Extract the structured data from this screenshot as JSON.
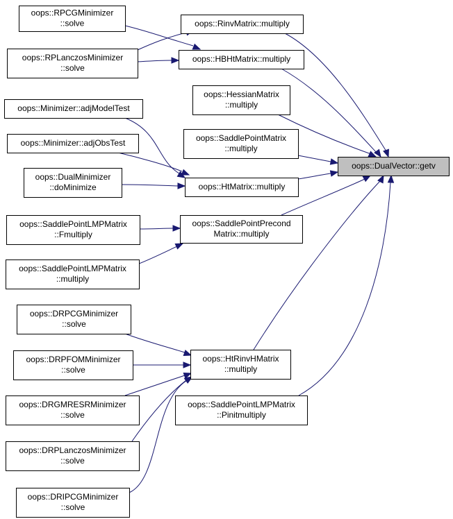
{
  "graph": {
    "root": {
      "id": "getv",
      "lines": [
        "oops::DualVector::getv"
      ]
    },
    "nodes": [
      {
        "id": "rpcg",
        "lines": [
          "oops::RPCGMinimizer",
          "::solve"
        ]
      },
      {
        "id": "rinv",
        "lines": [
          "oops::RinvMatrix::multiply"
        ]
      },
      {
        "id": "rplanczos",
        "lines": [
          "oops::RPLanczosMinimizer",
          "::solve"
        ]
      },
      {
        "id": "hbht",
        "lines": [
          "oops::HBHtMatrix::multiply"
        ]
      },
      {
        "id": "hessian",
        "lines": [
          "oops::HessianMatrix",
          "::multiply"
        ]
      },
      {
        "id": "adjmodel",
        "lines": [
          "oops::Minimizer::adjModelTest"
        ]
      },
      {
        "id": "saddlept",
        "lines": [
          "oops::SaddlePointMatrix",
          "::multiply"
        ]
      },
      {
        "id": "adjobs",
        "lines": [
          "oops::Minimizer::adjObsTest"
        ]
      },
      {
        "id": "dualmin",
        "lines": [
          "oops::DualMinimizer",
          "::doMinimize"
        ]
      },
      {
        "id": "ht",
        "lines": [
          "oops::HtMatrix::multiply"
        ]
      },
      {
        "id": "lmpf",
        "lines": [
          "oops::SaddlePointLMPMatrix",
          "::Fmultiply"
        ]
      },
      {
        "id": "spprecond",
        "lines": [
          "oops::SaddlePointPrecond",
          "Matrix::multiply"
        ]
      },
      {
        "id": "lmpm",
        "lines": [
          "oops::SaddlePointLMPMatrix",
          "::multiply"
        ]
      },
      {
        "id": "drpcg",
        "lines": [
          "oops::DRPCGMinimizer",
          "::solve"
        ]
      },
      {
        "id": "drpfom",
        "lines": [
          "oops::DRPFOMMinimizer",
          "::solve"
        ]
      },
      {
        "id": "htrinvh",
        "lines": [
          "oops::HtRinvHMatrix",
          "::multiply"
        ]
      },
      {
        "id": "drgmresr",
        "lines": [
          "oops::DRGMRESRMinimizer",
          "::solve"
        ]
      },
      {
        "id": "lmppinit",
        "lines": [
          "oops::SaddlePointLMPMatrix",
          "::Pinitmultiply"
        ]
      },
      {
        "id": "drplanczos",
        "lines": [
          "oops::DRPLanczosMinimizer",
          "::solve"
        ]
      },
      {
        "id": "dripcg",
        "lines": [
          "oops::DRIPCGMinimizer",
          "::solve"
        ]
      }
    ],
    "edges": [
      {
        "from": "rinv",
        "to": "getv"
      },
      {
        "from": "hbht",
        "to": "getv"
      },
      {
        "from": "hessian",
        "to": "getv"
      },
      {
        "from": "saddlept",
        "to": "getv"
      },
      {
        "from": "ht",
        "to": "getv"
      },
      {
        "from": "spprecond",
        "to": "getv"
      },
      {
        "from": "htrinvh",
        "to": "getv"
      },
      {
        "from": "lmppinit",
        "to": "getv"
      },
      {
        "from": "rpcg",
        "to": "hbht"
      },
      {
        "from": "rplanczos",
        "to": "rinv"
      },
      {
        "from": "rplanczos",
        "to": "hbht"
      },
      {
        "from": "adjmodel",
        "to": "ht"
      },
      {
        "from": "adjobs",
        "to": "ht"
      },
      {
        "from": "dualmin",
        "to": "ht"
      },
      {
        "from": "lmpf",
        "to": "spprecond"
      },
      {
        "from": "lmpm",
        "to": "spprecond"
      },
      {
        "from": "drpcg",
        "to": "htrinvh"
      },
      {
        "from": "drpfom",
        "to": "htrinvh"
      },
      {
        "from": "drgmresr",
        "to": "htrinvh"
      },
      {
        "from": "drplanczos",
        "to": "htrinvh"
      },
      {
        "from": "dripcg",
        "to": "htrinvh"
      }
    ],
    "colors": {
      "edge": "#191970",
      "root_fill": "#bfbfbf",
      "node_fill": "#ffffff",
      "border": "#000000"
    }
  }
}
